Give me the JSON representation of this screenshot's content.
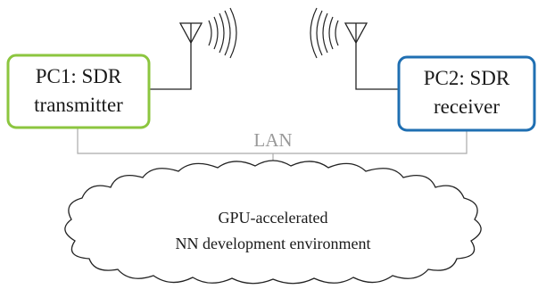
{
  "pc1": {
    "line1": "PC1: SDR",
    "line2": "transmitter",
    "border_color": "#8cc63f"
  },
  "pc2": {
    "line1": "PC2: SDR",
    "line2": "receiver",
    "border_color": "#1f6fb2"
  },
  "lan_label": "LAN",
  "cloud": {
    "line1": "GPU-accelerated",
    "line2": "NN development environment"
  },
  "colors": {
    "lan": "#aaaaaa",
    "antenna": "#222222",
    "text": "#1a1a1a",
    "lan_text": "#999999"
  },
  "icons": [
    "antenna-icon",
    "radio-waves-icon",
    "cloud-icon"
  ]
}
